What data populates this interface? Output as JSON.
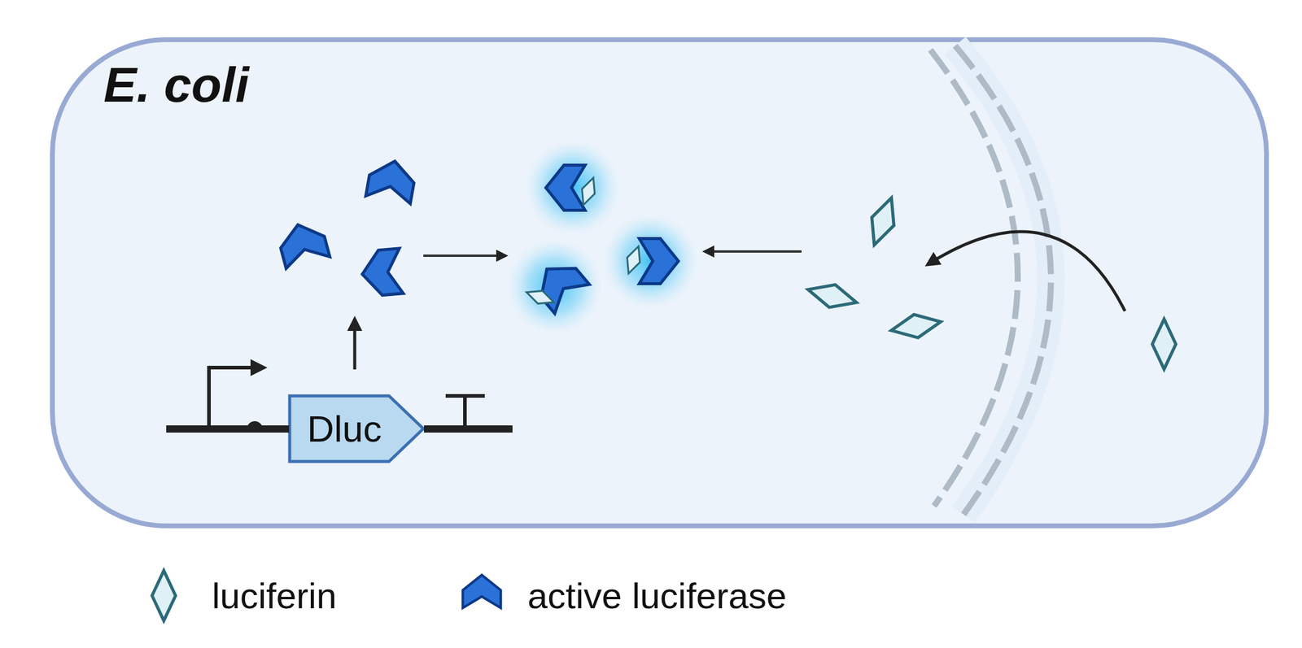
{
  "diagram": {
    "nodes": [
      {
        "text": [
          "E. coli"
        ]
      },
      {
        "text": [
          "Dluc"
        ],
        "in": 0
      }
    ],
    "legend": [
      {
        "text": "luciferin"
      },
      {
        "text": "active luciferase"
      }
    ]
  }
}
